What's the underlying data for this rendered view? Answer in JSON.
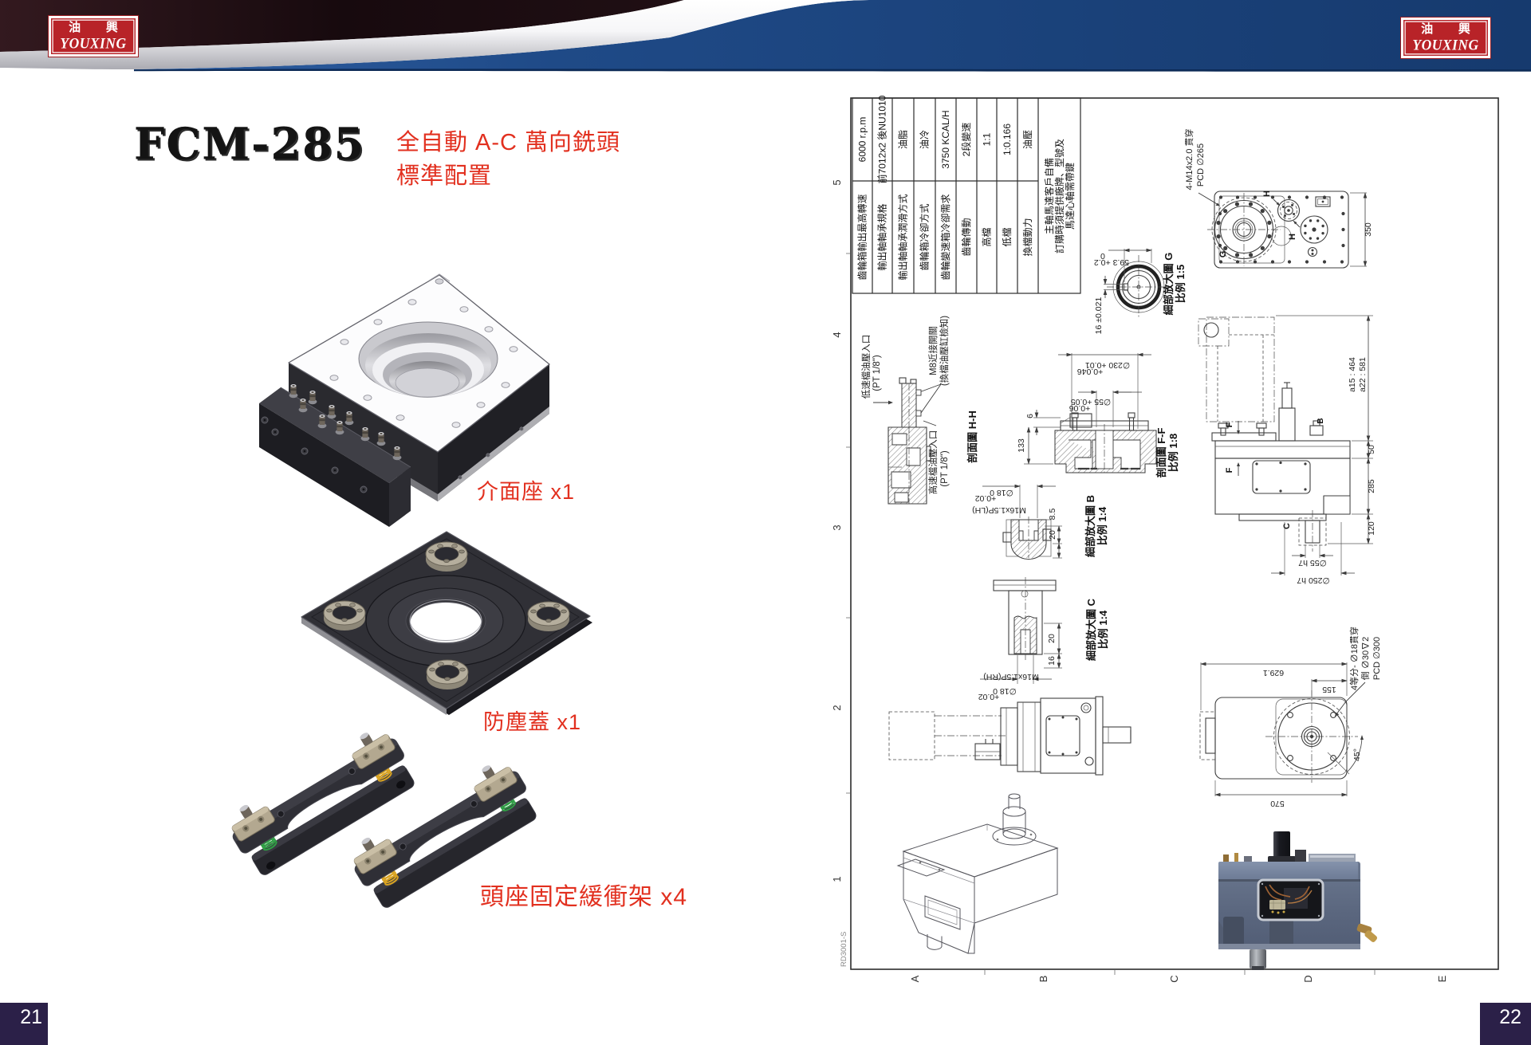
{
  "brand": {
    "logo_cn": "油 興",
    "logo_en": "YOUXING"
  },
  "page_left": {
    "page_number": "21",
    "model": "FCM-285",
    "subtitle_line1": "全自動 A-C 萬向銑頭",
    "subtitle_line2": "標準配置",
    "items": [
      {
        "label": "介面座 x1"
      },
      {
        "label": "防塵蓋 x1"
      },
      {
        "label": "頭座固定緩衝架 x4"
      }
    ]
  },
  "page_right": {
    "page_number": "22",
    "doc_number": "RD3001-S",
    "grid": {
      "columns": [
        "A",
        "B",
        "C",
        "D",
        "E"
      ],
      "rows": [
        "5",
        "4",
        "3",
        "2",
        "1"
      ]
    },
    "spec_table": {
      "rows": [
        {
          "label": "齒輪箱輸出最高轉速",
          "value": "6000 r.p.m"
        },
        {
          "label": "輸出軸軸承規格",
          "value": "前7012x2 後NU1010"
        },
        {
          "label": "輸出軸軸承潤滑方式",
          "value": "油脂"
        },
        {
          "label": "齒輪箱冷卻方式",
          "value": "油冷"
        },
        {
          "label": "齒輪變速箱冷卻需求",
          "value": "3750 KCAL/H"
        },
        {
          "label": "齒輪傳動",
          "value": "2段變速"
        },
        {
          "label": "高檔",
          "value": "1:1"
        },
        {
          "label": "低檔",
          "value": "1:0.166"
        },
        {
          "label": "換檔動力",
          "value": "油壓"
        }
      ],
      "note_lines": [
        "主軸馬達客戶自備",
        "訂購時須提供廠牌、型號及",
        "馬達心軸需帶鍵"
      ]
    },
    "views": {
      "rear": {
        "dim_350": "350",
        "label_line1": "4-M14x2.0 貫穿",
        "label_line2": "PCD ∅265",
        "mark_g": "G",
        "mark_h1": "H",
        "mark_h2": "H"
      },
      "detail_g": {
        "title": "細部放大圖 G",
        "scale": "比例 1:5",
        "dim_59": "59.3 +0.2",
        "dim_59_low": "0",
        "dim_16": "16 ±0.021"
      },
      "section_hh": {
        "title": "剖面圖 H-H",
        "port_low_1": "低速檔油壓入口",
        "port_low_2": "(PT 1/8\")",
        "switch_1": "M8近接開關",
        "switch_2": "(換檔油壓缸檢知)",
        "port_high_1": "高速檔油壓入口",
        "port_high_2": "(PT 1/8\")"
      },
      "section_ff": {
        "title": "剖面圖 F-F",
        "scale": "比例 1:8",
        "dim_230": "∅230 +0.01",
        "dim_230_tol": "+0.046",
        "dim_55": "∅55 +0.05",
        "dim_55_tol": "+0.06",
        "dim_133": "133",
        "dim_6": "6"
      },
      "side": {
        "dim_a15": "a15 : 464",
        "dim_a22": "a22 : 581",
        "dim_50": "50",
        "dim_285": "285",
        "dim_120": "120",
        "dim_d55": "∅55 h7",
        "dim_d250": "∅250 h7",
        "mark_c": "C",
        "mark_f1": "F",
        "mark_f2": "F",
        "mark_b": "B"
      },
      "detail_b": {
        "title": "細部放大圖 B",
        "scale": "比例 1:4",
        "dim_18": "∅18 0",
        "dim_18_tol": "+0.02",
        "thread": "M16x1.5P(LH)",
        "dim_85": "8.5",
        "dim_20": "20"
      },
      "detail_c": {
        "title": "細部放大圖 C",
        "scale": "比例 1:4",
        "dim_18": "∅18 0",
        "dim_18_tol": "+0.02",
        "thread": "M16x1.5P(RH)",
        "dim_20": "20",
        "dim_16": "16"
      },
      "bottom": {
        "dim_629": "629.1",
        "dim_155": "155",
        "dim_570": "570",
        "dim_45": "45°",
        "hole_note_1": "4等分- ∅18貫穿",
        "hole_note_2": "倒 ∅30∇2",
        "hole_note_3": "PCD ∅300"
      }
    }
  }
}
